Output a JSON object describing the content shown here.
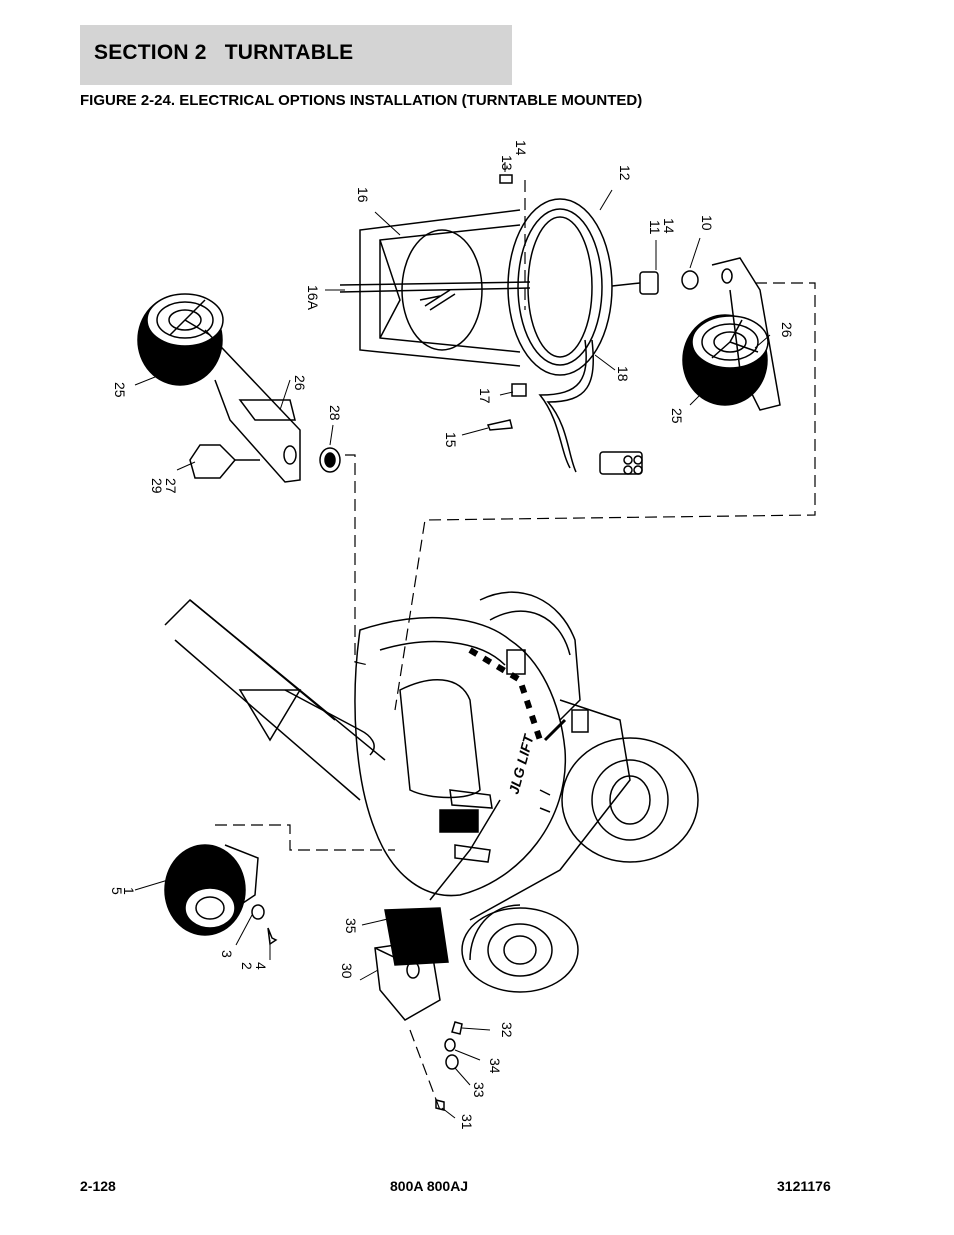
{
  "header": {
    "section": "SECTION 2   TURNTABLE",
    "figure_title": "FIGURE 2-24. ELECTRICAL OPTIONS INSTALLATION (TURNTABLE MOUNTED)"
  },
  "diagram": {
    "logo_text": "JLG LIFT",
    "callouts": {
      "c13": "13",
      "c14a": "14",
      "c12": "12",
      "c16": "16",
      "c11": "11",
      "c14b": "14",
      "c10": "10",
      "c16a": "16A",
      "c25a": "25",
      "c26a": "26",
      "c26b": "26",
      "c25b": "25",
      "c18": "18",
      "c17": "17",
      "c15": "15",
      "c28": "28",
      "c29": "29",
      "c27": "27",
      "c5": "5",
      "c1": "1",
      "c3": "3",
      "c2": "2",
      "c4": "4",
      "c35": "35",
      "c30": "30",
      "c32": "32",
      "c34": "34",
      "c33": "33",
      "c31": "31"
    }
  },
  "footer": {
    "page": "2-128",
    "model": "800A 800AJ",
    "doc_number": "3121176"
  }
}
